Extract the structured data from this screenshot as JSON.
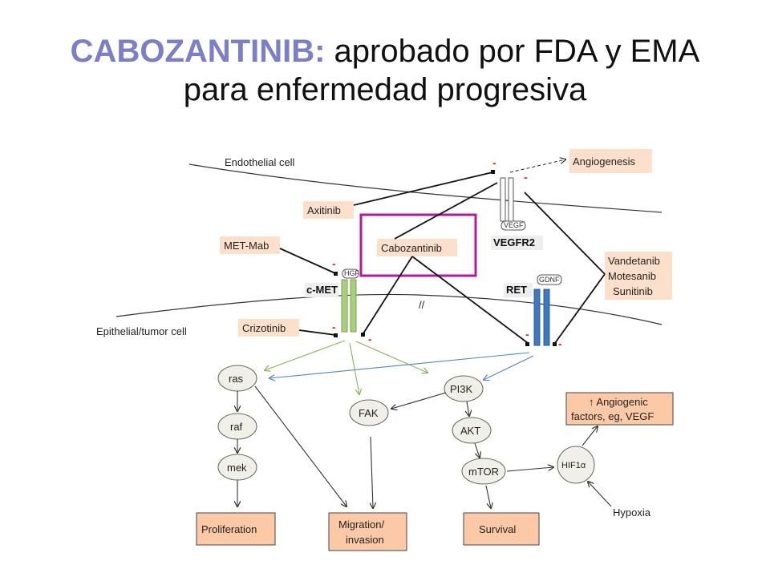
{
  "title": {
    "drug": "CABOZANTINIB:",
    "line1_rest": " aprobado por FDA y EMA",
    "line2": "para enfermedad progresiva"
  },
  "cells": {
    "endothelial": "Endothelial cell",
    "epithelial": "Epithelial/tumor cell"
  },
  "drugs": {
    "axitinib": "Axitinib",
    "met_mab": "MET-Mab",
    "cabozantinib": "Cabozantinib",
    "crizotinib": "Crizotinib",
    "vandetanib": "Vandetanib",
    "motesanib": "Motesanib",
    "sunitinib": "Sunitinib"
  },
  "receptors": {
    "vegfr2": "VEGFR2",
    "vegf": "VEGF",
    "cmet": "c-MET",
    "hgf": "HGF",
    "ret": "RET",
    "gdnf": "GDNF"
  },
  "nodes": {
    "ras": "ras",
    "raf": "raf",
    "mek": "mek",
    "fak": "FAK",
    "pi3k": "PI3K",
    "akt": "AKT",
    "mtor": "mTOR",
    "hif1a": "HIF1α"
  },
  "outcomes": {
    "angiogenesis": "Angiogenesis",
    "angiogenic_line1": "↑ Angiogenic",
    "angiogenic_line2": "factors, eg, VEGF",
    "proliferation": "Proliferation",
    "migration_line1": "Migration/",
    "migration_line2": "invasion",
    "survival": "Survival"
  },
  "hypoxia": "Hypoxia",
  "break_mark": "//",
  "minus_sign": "-",
  "colors": {
    "highlight": "#b5179e",
    "title_accent": "#7a7fc8",
    "green_receptor": "#a9cf7d",
    "blue_receptor": "#3f78bf"
  }
}
